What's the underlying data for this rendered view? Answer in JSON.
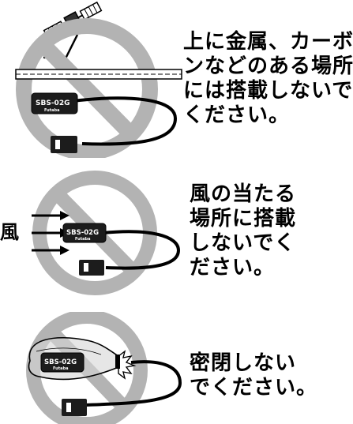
{
  "warnings": [
    {
      "caption_lines": [
        "上に金属、カーボ",
        "ンなどのある場所",
        "には搭載しないで",
        "ください。"
      ]
    },
    {
      "side_label": "風",
      "caption_lines": [
        "風の当たる",
        "場所に搭載",
        "しないでく",
        "ださい。"
      ]
    },
    {
      "caption_lines": [
        "密閉しない",
        "でください。"
      ]
    }
  ],
  "device": {
    "model": "SBS-02G",
    "brand": "Futaba"
  },
  "colors": {
    "prohibition": "#b3b3b3",
    "device_body": "#1c1c1c",
    "ink": "#000000"
  }
}
